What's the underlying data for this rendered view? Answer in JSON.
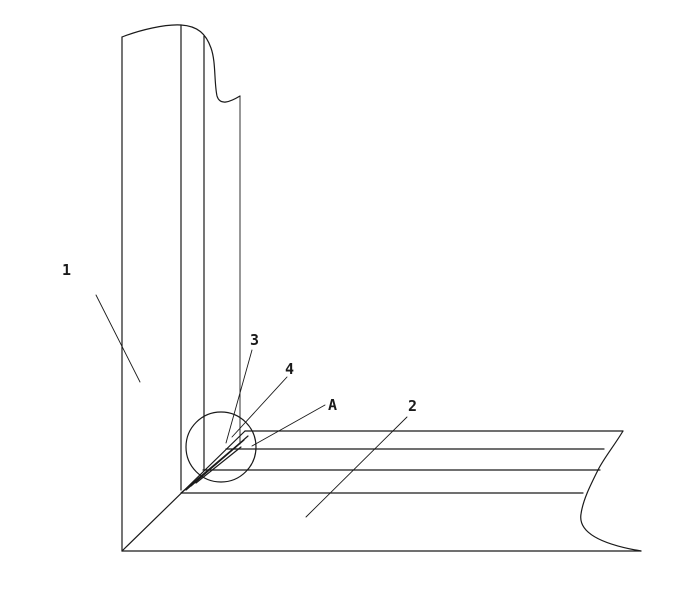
{
  "labels": {
    "part_1": "1",
    "part_2": "2",
    "part_3": "3",
    "part_4": "4",
    "detail_a": "A"
  },
  "colors": {
    "line": "#1a1a1a",
    "background": "#ffffff"
  }
}
